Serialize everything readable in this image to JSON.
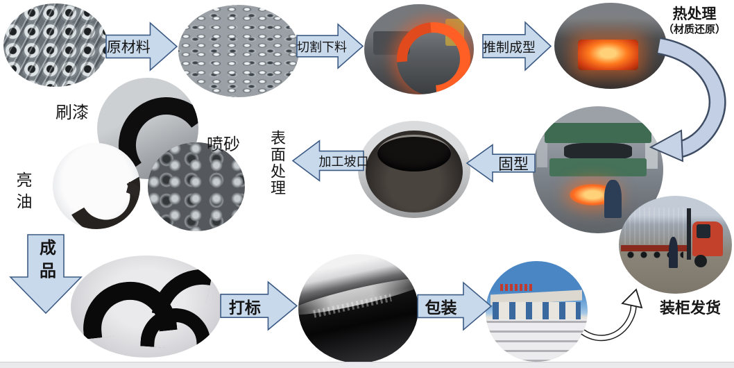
{
  "colors": {
    "arrow_fill": "#c9d9ec",
    "arrow_border": "#3b5a84",
    "text": "#141414",
    "footer_bar": "#eaeaec"
  },
  "steps": {
    "raw_material": "原材料",
    "cutting": "切割下料",
    "push_forming": "推制成型",
    "heat_treatment": "热处理",
    "heat_treatment_note": "（材质还原）",
    "fix_shape": "固型",
    "bevel_machining": "加工坡口",
    "surface_treatment": "表面处理",
    "sandblast": "喷砂",
    "paint": "刷漆",
    "varnish": "亮油",
    "finished_product": "成品",
    "marking": "打标",
    "packing": "包装",
    "container_shipping": "装柜发货"
  },
  "photos": {
    "pipes": "steel-pipes-raw-material",
    "tubes": "cut-tube-blanks",
    "hot_forming": "induction-push-forming-machine",
    "furnace": "heat-treatment-furnace",
    "black_elbow": "painted-black-elbow",
    "grey_elbows": "sandblasted-elbows-pile",
    "oiled_elbows": "varnished-elbows",
    "cap": "beveled-fitting-closeup",
    "press": "hydraulic-sizing-press",
    "finished_elbows": "finished-black-elbows",
    "marked_elbow": "marked-elbow-closeup",
    "warehouse": "packed-pallets-at-warehouse",
    "container": "container-loading-with-forklift"
  }
}
